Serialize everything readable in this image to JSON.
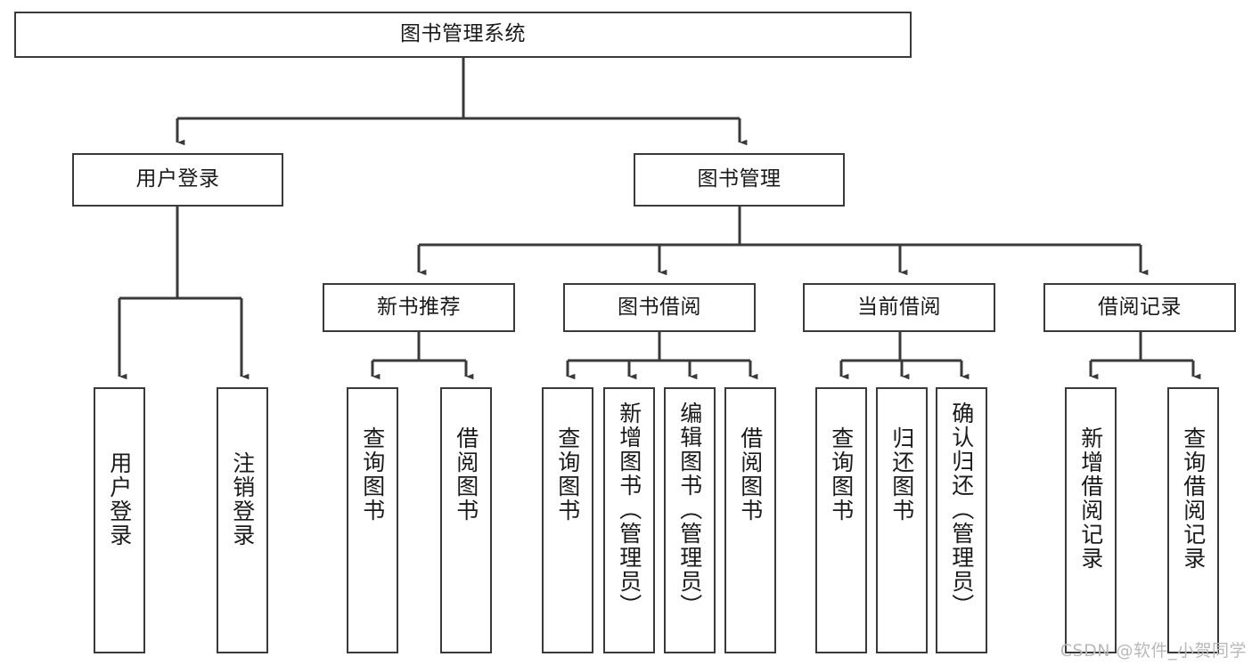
{
  "diagram": {
    "type": "tree-hierarchy-chart",
    "title": "图书管理系统",
    "stroke_color": "#3a3a3a",
    "text_color": "#1a1a1a",
    "background_color": "#ffffff",
    "levels": 4,
    "root": {
      "id": "root",
      "label": "图书管理系统",
      "orientation": "horizontal"
    },
    "level2": [
      {
        "id": "user-login",
        "label": "用户登录",
        "orientation": "horizontal"
      },
      {
        "id": "book-management",
        "label": "图书管理",
        "orientation": "horizontal"
      }
    ],
    "level3": [
      {
        "id": "new-book-recommend",
        "label": "新书推荐",
        "orientation": "horizontal",
        "parent": "book-management"
      },
      {
        "id": "book-borrow",
        "label": "图书借阅",
        "orientation": "horizontal",
        "parent": "book-management"
      },
      {
        "id": "current-borrow",
        "label": "当前借阅",
        "orientation": "horizontal",
        "parent": "book-management"
      },
      {
        "id": "borrow-record",
        "label": "借阅记录",
        "orientation": "horizontal",
        "parent": "book-management"
      }
    ],
    "leaves": [
      {
        "id": "leaf-user-login",
        "label": "用户登录",
        "parent": "user-login",
        "orientation": "vertical"
      },
      {
        "id": "leaf-user-logout",
        "label": "注销登录",
        "parent": "user-login",
        "orientation": "vertical"
      },
      {
        "id": "leaf-query-book-1",
        "label": "查询图书",
        "parent": "new-book-recommend",
        "orientation": "vertical"
      },
      {
        "id": "leaf-borrow-book-1",
        "label": "借阅图书",
        "parent": "new-book-recommend",
        "orientation": "vertical"
      },
      {
        "id": "leaf-query-book-2",
        "label": "查询图书",
        "parent": "book-borrow",
        "orientation": "vertical"
      },
      {
        "id": "leaf-add-book",
        "label": "新增图书（管理员）",
        "parent": "book-borrow",
        "orientation": "vertical"
      },
      {
        "id": "leaf-edit-book",
        "label": "编辑图书（管理员）",
        "parent": "book-borrow",
        "orientation": "vertical"
      },
      {
        "id": "leaf-borrow-book-2",
        "label": "借阅图书",
        "parent": "book-borrow",
        "orientation": "vertical"
      },
      {
        "id": "leaf-query-book-3",
        "label": "查询图书",
        "parent": "current-borrow",
        "orientation": "vertical"
      },
      {
        "id": "leaf-return-book",
        "label": "归还图书",
        "parent": "current-borrow",
        "orientation": "vertical"
      },
      {
        "id": "leaf-confirm-return",
        "label": "确认归还（管理员）",
        "parent": "current-borrow",
        "orientation": "vertical"
      },
      {
        "id": "leaf-add-record",
        "label": "新增借阅记录",
        "parent": "borrow-record",
        "orientation": "vertical"
      },
      {
        "id": "leaf-query-record",
        "label": "查询借阅记录",
        "parent": "borrow-record",
        "orientation": "vertical"
      }
    ]
  },
  "watermark": {
    "text": "CSDN @软件_小贺同学"
  }
}
